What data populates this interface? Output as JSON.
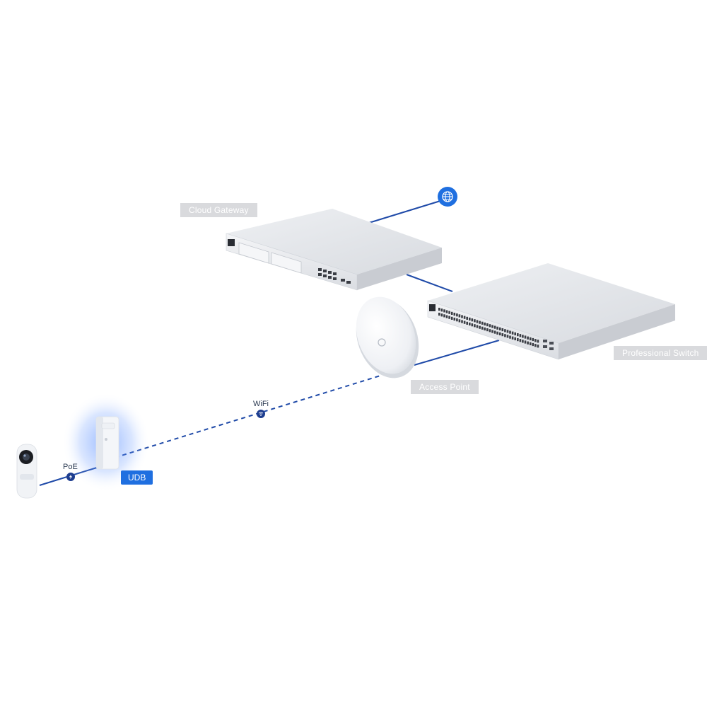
{
  "devices": {
    "cloud_gateway": {
      "label": "Cloud Gateway"
    },
    "professional_switch": {
      "label": "Professional Switch"
    },
    "access_point": {
      "label": "Access Point"
    },
    "udb": {
      "label": "UDB"
    },
    "camera": {
      "label": ""
    }
  },
  "links": {
    "wifi": {
      "label": "WiFi",
      "icon": "wifi-icon"
    },
    "poe": {
      "label": "PoE",
      "icon": "lightning-icon"
    },
    "internet": {
      "icon": "globe-icon"
    }
  },
  "colors": {
    "link_line": "#1f4aa8",
    "accent": "#1f6fe0",
    "tag_bg": "#d9dadd",
    "device_body": "#e6e8ec"
  }
}
